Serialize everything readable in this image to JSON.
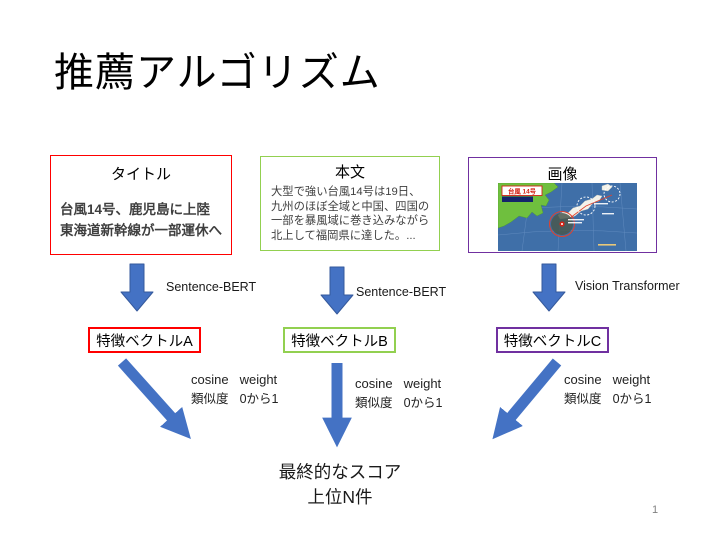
{
  "slide": {
    "title": "推薦アルゴリズム",
    "page_number": "1"
  },
  "sources": {
    "title_box": {
      "header": "タイトル",
      "line1": "台風14号、鹿児島に上陸",
      "line2": "東海道新幹線が一部運休へ"
    },
    "body_box": {
      "header": "本文",
      "text": "大型で強い台風14号は19日、九州のほぼ全域と中国、四国の一部を暴風域に巻き込みながら北上して福岡県に達した。..."
    },
    "image_box": {
      "header": "画像",
      "map_banner": "台風 14号"
    }
  },
  "encoders": {
    "sentence_bert": "Sentence-BERT",
    "vision_transformer": "Vision Transformer"
  },
  "feature_vectors": {
    "a": "特徴ベクトルA",
    "b": "特徴ベクトルB",
    "c": "特徴ベクトルC"
  },
  "scoring": {
    "cosine_label": "cosine",
    "cosine_label_ja": "類似度",
    "weight_label": "weight",
    "weight_range": "0から1"
  },
  "result": {
    "line1": "最終的なスコア",
    "line2": "上位N件"
  },
  "colors": {
    "arrow_blue": "#4472C4",
    "red": "#FF0000",
    "green": "#92D050",
    "purple": "#7030A0"
  }
}
